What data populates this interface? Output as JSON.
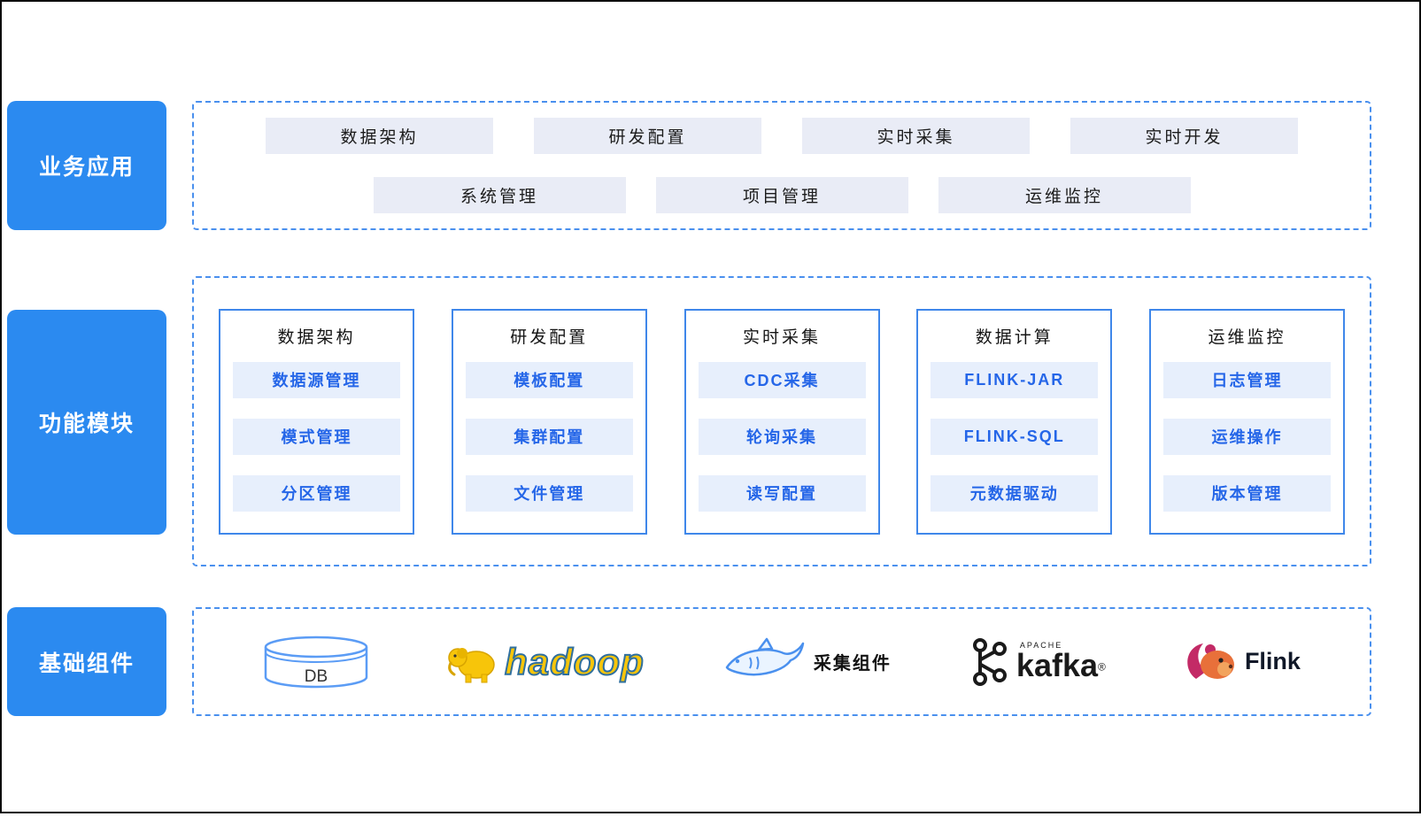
{
  "colors": {
    "primary_blue": "#2b8af0",
    "dashed_border": "#4a90ee",
    "pill_bg": "#e9ecf6",
    "module_item_bg": "#e7effc",
    "module_item_text": "#2566e8",
    "column_border": "#3f87ea",
    "hadoop_yellow": "#f7c50a",
    "kafka_black": "#1a1a1a",
    "flink_orange": "#e8703a",
    "flink_pink": "#c32a66"
  },
  "sections": {
    "business": {
      "label": "业务应用",
      "row1": [
        "数据架构",
        "研发配置",
        "实时采集",
        "实时开发"
      ],
      "row2": [
        "系统管理",
        "项目管理",
        "运维监控"
      ]
    },
    "modules": {
      "label": "功能模块",
      "columns": [
        {
          "title": "数据架构",
          "items": [
            "数据源管理",
            "模式管理",
            "分区管理"
          ]
        },
        {
          "title": "研发配置",
          "items": [
            "模板配置",
            "集群配置",
            "文件管理"
          ]
        },
        {
          "title": "实时采集",
          "items": [
            "CDC采集",
            "轮询采集",
            "读写配置"
          ]
        },
        {
          "title": "数据计算",
          "items": [
            "FLINK-JAR",
            "FLINK-SQL",
            "元数据驱动"
          ]
        },
        {
          "title": "运维监控",
          "items": [
            "日志管理",
            "运维操作",
            "版本管理"
          ]
        }
      ]
    },
    "foundation": {
      "label": "基础组件",
      "components": {
        "db": {
          "label": "DB"
        },
        "hadoop": {
          "label": "hadoop"
        },
        "collector": {
          "label": "采集组件"
        },
        "kafka": {
          "label": "kafka",
          "brand": "APACHE",
          "reg": "®"
        },
        "flink": {
          "label": "Flink"
        }
      }
    }
  }
}
